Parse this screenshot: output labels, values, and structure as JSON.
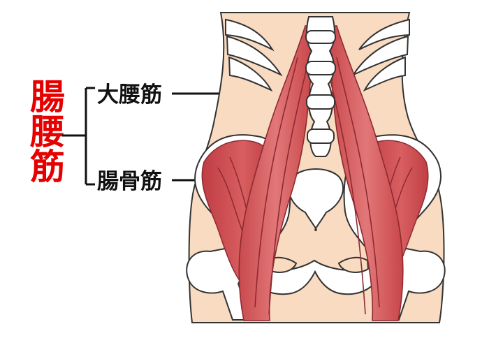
{
  "title": "腸腰筋",
  "labels": {
    "psoas_major": "大腰筋",
    "iliacus": "腸骨筋"
  },
  "colors": {
    "title": "#e60000",
    "skin": "#f8dbc0",
    "muscle": "#d85e5f",
    "muscle_dark": "#b83c41",
    "bone": "#ffffff",
    "outline": "#222222"
  }
}
